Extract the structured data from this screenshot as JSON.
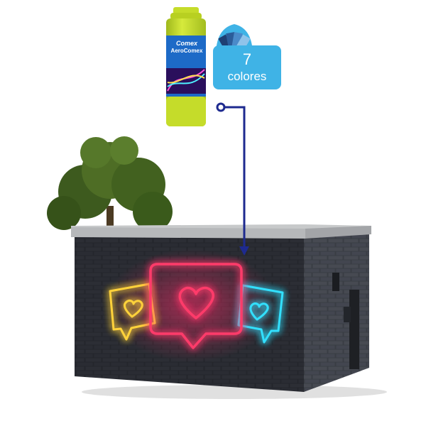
{
  "product": {
    "brand": "Comex",
    "name": "AeroComex",
    "variants_count": "7",
    "variants_label": "colores"
  },
  "colors": {
    "badge": "#3fb3e6",
    "connector": "#1e2a8f",
    "can_body": "#c5dc2a",
    "wall": "#1e1f24",
    "neon_red": "#ff3b6b",
    "neon_yellow": "#ffd23a",
    "neon_cyan": "#33e0ff"
  },
  "icons": [
    "paint-swatch-icon",
    "heart-icon",
    "speech-bubble-icon",
    "arrow-down-icon"
  ]
}
